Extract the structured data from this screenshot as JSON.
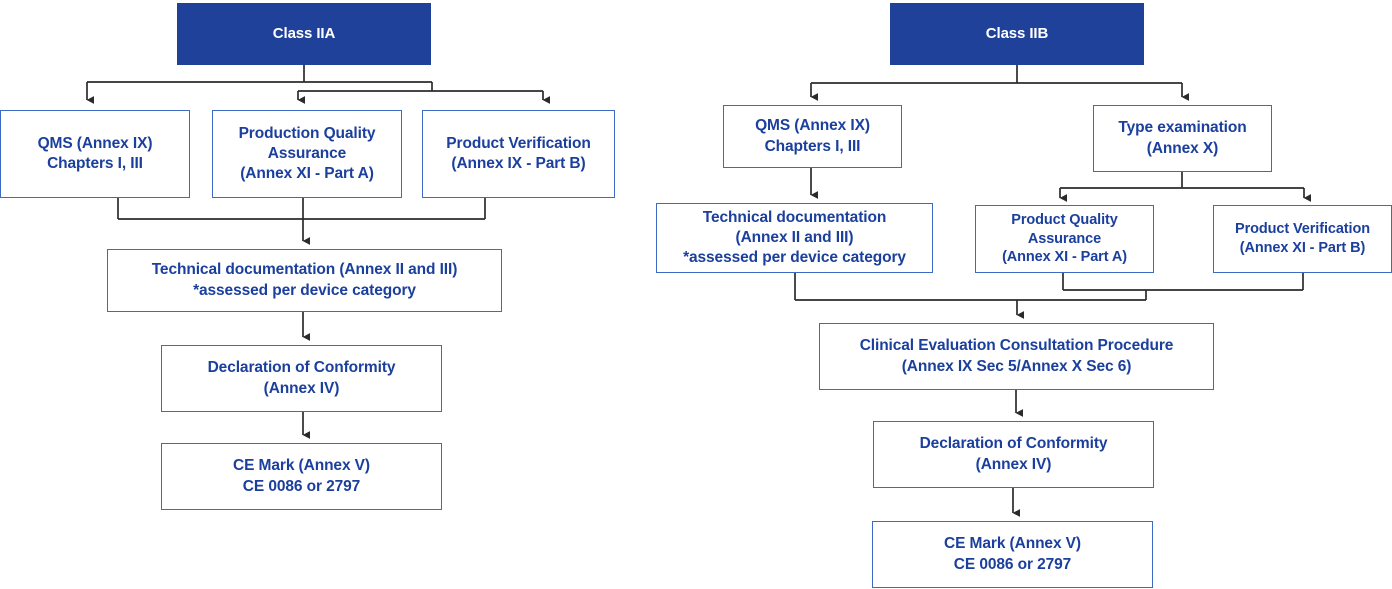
{
  "diagram": {
    "title": "EU MDR conformity assessment routes for Class IIA and Class IIB medical devices",
    "colors": {
      "header_fill": "#1f4199",
      "header_text": "#ffffff",
      "box_border": "#3f6ac4",
      "box_text": "#1b3f9c",
      "connector": "#2b2b2b",
      "background": "#ffffff"
    },
    "left_flow": {
      "header": {
        "label": "Class IIA"
      },
      "row2": [
        {
          "label": "QMS (Annex IX)\nChapters I, III"
        },
        {
          "label": "Production Quality\nAssurance\n(Annex XI - Part A)"
        },
        {
          "label": "Product Verification\n(Annex IX - Part B)"
        }
      ],
      "technical_documentation": {
        "label": "Technical documentation (Annex II and III)\n*assessed per device category"
      },
      "declaration_of_conformity": {
        "label": "Declaration of Conformity\n(Annex IV)"
      },
      "ce_mark": {
        "label": "CE Mark (Annex V)\nCE 0086 or 2797"
      }
    },
    "right_flow": {
      "header": {
        "label": "Class IIB"
      },
      "qms": {
        "label": "QMS (Annex IX)\nChapters I, III"
      },
      "type_examination": {
        "label": "Type examination\n(Annex X)"
      },
      "technical_documentation": {
        "label": "Technical documentation\n(Annex II and III)\n*assessed per device category"
      },
      "product_quality_assurance": {
        "label": "Product Quality\nAssurance\n(Annex XI - Part A)"
      },
      "product_verification": {
        "label": "Product Verification\n(Annex XI - Part B)"
      },
      "clinical_evaluation": {
        "label": "Clinical Evaluation Consultation Procedure\n(Annex IX Sec 5/Annex X Sec 6)"
      },
      "declaration_of_conformity": {
        "label": "Declaration of Conformity\n(Annex IV)"
      },
      "ce_mark": {
        "label": "CE Mark (Annex V)\nCE 0086 or 2797"
      }
    }
  }
}
